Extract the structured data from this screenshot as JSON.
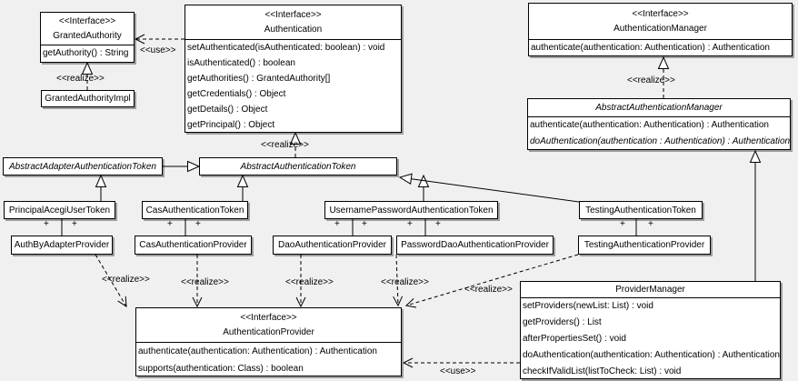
{
  "diagram": {
    "title": "Acegi Security authentication UML class diagram",
    "background_color": "#f0f0f0",
    "box_fill_color": "#ffffff",
    "border_color": "#000000",
    "shadow_color": "#9e9e9e"
  },
  "edge_labels": {
    "realize": "<<realize>>",
    "use": "<<use>>",
    "plus": "+"
  },
  "classes": {
    "granted_authority": {
      "stereotype": "<<Interface>>",
      "name": "GrantedAuthority",
      "methods": [
        "getAuthority() : String"
      ]
    },
    "granted_authority_impl": {
      "name": "GrantedAuthorityImpl"
    },
    "authentication": {
      "stereotype": "<<Interface>>",
      "name": "Authentication",
      "methods": [
        "setAuthenticated(isAuthenticated: boolean) : void",
        "isAuthenticated() : boolean",
        "getAuthorities() : GrantedAuthority[]",
        "getCredentials() : Object",
        "getDetails() : Object",
        "getPrincipal() : Object"
      ]
    },
    "authentication_manager": {
      "stereotype": "<<Interface>>",
      "name": "AuthenticationManager",
      "methods": [
        "authenticate(authentication: Authentication) : Authentication"
      ]
    },
    "abstract_authentication_manager": {
      "name": "AbstractAuthenticationManager",
      "abstract": true,
      "methods": [
        "authenticate(authentication: Authentication) : Authentication",
        "doAuthentication(authentication : Authentication) : Authentication"
      ]
    },
    "abstract_adapter_authentication_token": {
      "name": "AbstractAdapterAuthenticationToken",
      "abstract": true
    },
    "abstract_authentication_token": {
      "name": "AbstractAuthenticationToken",
      "abstract": true
    },
    "principal_acegi_user_token": {
      "name": "PrincipalAcegiUserToken"
    },
    "cas_authentication_token": {
      "name": "CasAuthenticationToken"
    },
    "username_password_authentication_token": {
      "name": "UsernamePasswordAuthenticationToken"
    },
    "testing_authentication_token": {
      "name": "TestingAuthenticationToken"
    },
    "auth_by_adapter_provider": {
      "name": "AuthByAdapterProvider"
    },
    "cas_authentication_provider": {
      "name": "CasAuthenticationProvider"
    },
    "dao_authentication_provider": {
      "name": "DaoAuthenticationProvider"
    },
    "password_dao_authentication_provider": {
      "name": "PasswordDaoAuthenticationProvider"
    },
    "testing_authentication_provider": {
      "name": "TestingAuthenticationProvider"
    },
    "authentication_provider": {
      "stereotype": "<<Interface>>",
      "name": "AuthenticationProvider",
      "methods": [
        "authenticate(authentication: Authentication) : Authentication",
        "supports(authentication: Class) : boolean"
      ]
    },
    "provider_manager": {
      "name": "ProviderManager",
      "methods": [
        "setProviders(newList: List) : void",
        "getProviders() : List",
        "afterPropertiesSet() : void",
        "doAuthentication(authentication: Authentication) : Authentication",
        "checkIfValidList(listToCheck: List) : void"
      ]
    }
  }
}
